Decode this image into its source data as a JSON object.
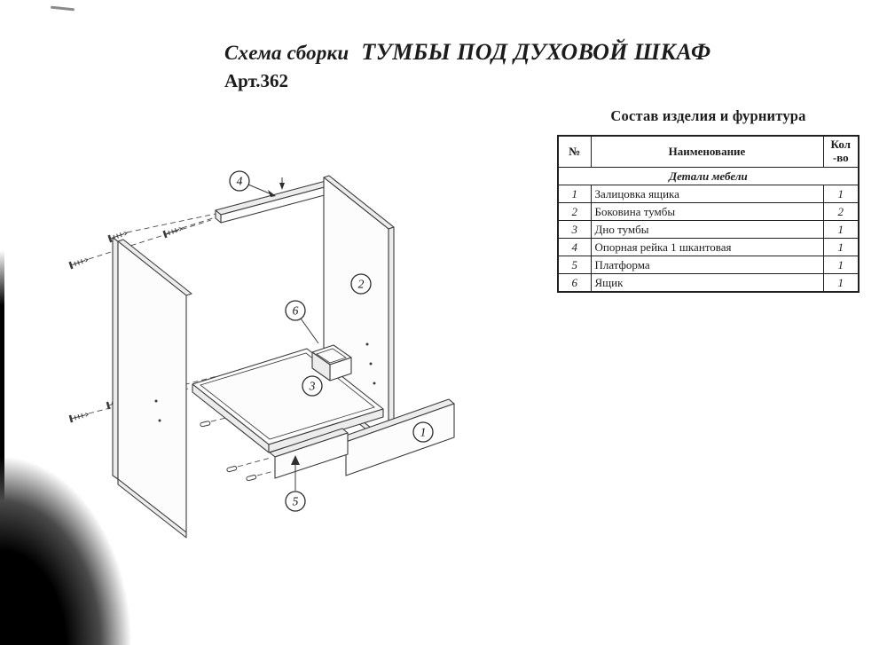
{
  "title": {
    "prefix": "Схема сборки",
    "main": "ТУМБЫ ПОД ДУХОВОЙ ШКАФ",
    "article": "Арт.362"
  },
  "parts_table": {
    "title": "Состав изделия и фурнитура",
    "col_num": "№",
    "col_name": "Наименование",
    "col_qty_line1": "Кол",
    "col_qty_line2": "-во",
    "section_header": "Детали мебели",
    "rows": [
      {
        "num": "1",
        "name": "Залицовка ящика",
        "qty": "1"
      },
      {
        "num": "2",
        "name": "Боковина тумбы",
        "qty": "2"
      },
      {
        "num": "3",
        "name": "Дно тумбы",
        "qty": "1"
      },
      {
        "num": "4",
        "name": "Опорная рейка 1 шкантовая",
        "qty": "1"
      },
      {
        "num": "5",
        "name": "Платформа",
        "qty": "1"
      },
      {
        "num": "6",
        "name": "Ящик",
        "qty": "1"
      }
    ]
  },
  "callouts": [
    "1",
    "2",
    "3",
    "4",
    "5",
    "6"
  ],
  "colors": {
    "ink": "#1c1c1c",
    "line": "#3b3b3b",
    "paper": "#ffffff"
  }
}
